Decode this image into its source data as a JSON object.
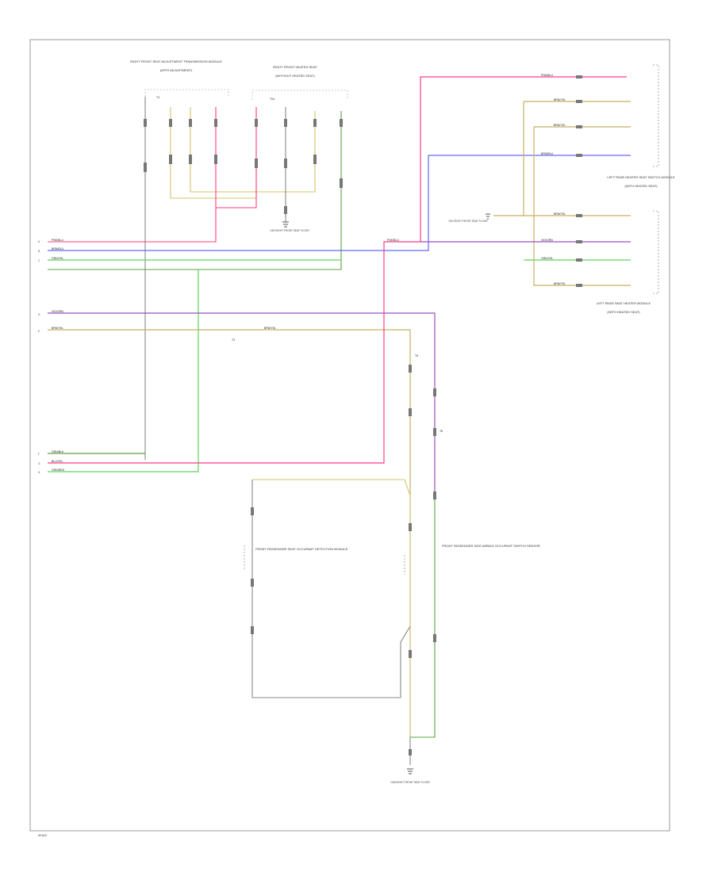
{
  "diagram": {
    "footer_label": "W  A/C",
    "colors": {
      "border": "#999999",
      "pink": "#ff3b86",
      "blue": "#5555ff",
      "green": "#5fd35f",
      "grey": "#888888",
      "purple": "#9b4fbf",
      "olive": "#c8b060",
      "black": "#000000",
      "dark_green": "#5fa03f"
    },
    "components": {
      "right_front_seat_adjustment": "RIGHT FRONT SEAT ADJUSTMENT TRANSMISSION MODULE",
      "right_front_seat_adjustment_sub": "(WITH ADJUSTMENT)",
      "right_front_heated_seat": "RIGHT FRONT HEATED SEAT",
      "right_front_heated_seat_sub": "(WITHOUT HEATED SEAT)",
      "left_rear_heated_seat": "LEFT REAR HEATED SEAT SWITCH MODULE",
      "left_rear_heated_seat_sub": "(WITH HEATED SEAT)",
      "left_rear_seat_heater": "LEFT REAR SEAT HEATER MODULE",
      "left_rear_seat_heater_sub": "(WITH HEATED SEAT)",
      "front_passenger_seat": "FRONT PASSENGER SEAT OCCUPANT DETECTION MODULE",
      "front_passenger_switch": "FRONT PASSENGER SIDE AIRBAG OCCUPANT SWITCH SENSOR",
      "ground_point_top": "G50 RIGHT FRONT SEAT FLOOR",
      "ground_point_mid": "G51 RIGHT FRONT SEAT FLOOR",
      "ground_point_bottom": "G48 RIGHT FRONT SEAT FLOOR"
    },
    "wire_codes": {
      "pink": "PNK/BLU",
      "blue": "BRN/BLU",
      "green": "GRN/YEL",
      "purple": "VIO/GRN",
      "olive": "BRN/YEL",
      "dark_green": "GRN/BLK",
      "blue2": "BLU/YEL",
      "green2": "GRN/RED"
    },
    "pin_labels": {
      "a": "A",
      "b": "B",
      "c": "C",
      "d": "D",
      "e": "E",
      "f": "F",
      "g": "G",
      "h": "H"
    },
    "connector_labels": {
      "t4": "T4",
      "t2a": "T2a",
      "t3": "T3",
      "t5": "T5",
      "t6": "T6"
    }
  }
}
